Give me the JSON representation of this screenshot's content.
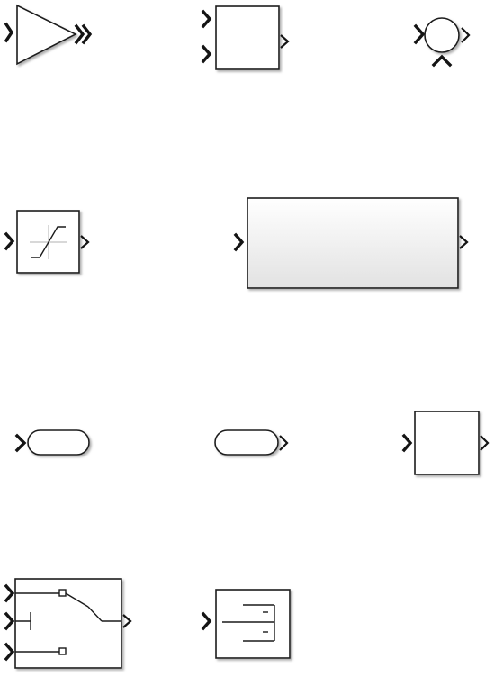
{
  "canvas": {
    "background": "#ffffff",
    "line_color": "#1a1a1a",
    "block_fill": "#ffffff",
    "shadow_color": "#9a9a9a",
    "subsystem_gradient": [
      "#ffffff",
      "#e2e2e2"
    ]
  },
  "blocks": [
    {
      "name": "gain-block",
      "shape": "triangle",
      "inputs": 1,
      "outputs": 1
    },
    {
      "name": "two-input-block",
      "shape": "square",
      "inputs": 2,
      "outputs": 1
    },
    {
      "name": "sum-block",
      "shape": "circle",
      "inputs": 2,
      "outputs": 1
    },
    {
      "name": "saturation-block",
      "shape": "square",
      "icon": "saturation-curve-icon",
      "inputs": 1,
      "outputs": 1
    },
    {
      "name": "subsystem-block",
      "shape": "rectangle",
      "inputs": 1,
      "outputs": 1
    },
    {
      "name": "goto-block",
      "shape": "rounded",
      "inputs": 1,
      "outputs": 0
    },
    {
      "name": "from-block",
      "shape": "rounded",
      "inputs": 0,
      "outputs": 1
    },
    {
      "name": "generic-block",
      "shape": "square",
      "inputs": 1,
      "outputs": 1
    },
    {
      "name": "switch-block",
      "shape": "rectangle",
      "icon": "switch-icon",
      "inputs": 3,
      "outputs": 1
    },
    {
      "name": "bus-selector-block",
      "shape": "square",
      "icon": "bus-selector-icon",
      "inputs": 1,
      "outputs": 0
    }
  ]
}
